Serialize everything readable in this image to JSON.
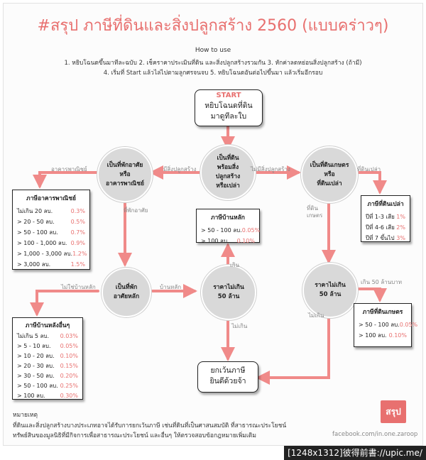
{
  "title": "#สรุป ภาษีที่ดินและสิ่งปลูกสร้าง 2560 (แบบคร่าวๆ)",
  "how_to": {
    "heading": "How to use",
    "line1": "1. หยิบโฉนดขึ้นมาทีละฉบับ  2. เช็คราคาประเมินที่ดิน และสิ่งปลูกสร้างรวมกัน  3. หักค่าลดหย่อนสิ่งปลูกสร้าง (ถ้ามี)",
    "line2": "4. เริ่มที่ Start แล้วไล่ไปตามลูกศรจนจบ  5. หยิบโฉนดอันต่อไปขึ้นมา แล้วเริ่มอีกรอบ"
  },
  "nodes": {
    "start_label": "START",
    "start_line1": "หยิบโฉนดที่ดิน",
    "start_line2": "มาดูทีละใบ",
    "center_l1": "เป็นที่ดิน",
    "center_l2": "พร้อมสิ่ง",
    "center_l3": "ปลูกสร้าง",
    "center_l4": "หรือเปล่า",
    "residential_l1": "เป็นที่พักอาศัย",
    "residential_l2": "หรือ",
    "residential_l3": "อาคารพาณิชย์",
    "farm_l1": "เป็นที่ดินเกษตร",
    "farm_l2": "หรือ",
    "farm_l3": "ที่ดินเปล่า",
    "main_home_l1": "เป็นที่พัก",
    "main_home_l2": "อาศัยหลัก",
    "price50_l1": "ราคาไม่เกิน",
    "price50_l2": "50 ล้าน",
    "farm_price_l1": "ราคาไม่เกิน",
    "farm_price_l2": "50 ล้าน",
    "exempt_line1": "ยกเว้นภาษี",
    "exempt_line2": "ยินดีด้วยจ้า"
  },
  "edge_labels": {
    "has_building": "มีสิ่งปลูกสร้าง",
    "no_building": "ไม่มีสิ่งปลูกสร้าง",
    "commercial": "อาคารพาณิชย์",
    "residence": "ที่พักอาศัย",
    "vacant": "ที่ดินเปล่า",
    "agri_l1": "ที่ดิน",
    "agri_l2": "เกษตร",
    "not_main": "ไม่ใช่บ้านหลัก",
    "main_home": "บ้านหลัก",
    "over": "เกิน",
    "not_over": "ไม่เกิน",
    "farm_over": "เกิน 50 ล้านบาท",
    "farm_not_over": "ไม่เกิน"
  },
  "tables": {
    "commercial": {
      "title": "ภาษีอาคารพาณิชย์",
      "rows": [
        {
          "range": "ไม่เกิน 20 ลบ.",
          "rate": "0.3%"
        },
        {
          "range": "> 20 - 50 ลบ.",
          "rate": "0.5%"
        },
        {
          "range": "> 50 - 100 ลบ.",
          "rate": "0.7%"
        },
        {
          "range": "> 100 - 1,000 ลบ.",
          "rate": "0.9%"
        },
        {
          "range": "> 1,000 - 3,000 ลบ.",
          "rate": "1.2%"
        },
        {
          "range": "> 3,000 ลบ.",
          "rate": "1.5%"
        }
      ]
    },
    "main_home": {
      "title": "ภาษีบ้านหลัก",
      "rows": [
        {
          "range": "> 50 - 100 ลบ.",
          "rate": "0.05%"
        },
        {
          "range": "> 100 ลบ.",
          "rate": "0.10%"
        }
      ]
    },
    "vacant": {
      "title": "ภาษีที่ดินเปล่า",
      "rows": [
        {
          "range": "ปีที่ 1-3 เสีย",
          "rate": "1%"
        },
        {
          "range": "ปีที่ 4-6 เสีย",
          "rate": "2%"
        },
        {
          "range": "ปีที่ 7 ขึ้นไป",
          "rate": "3%"
        }
      ]
    },
    "other_home": {
      "title": "ภาษีบ้านหลังอื่นๆ",
      "rows": [
        {
          "range": "ไม่เกิน 5 ลบ.",
          "rate": "0.03%"
        },
        {
          "range": "> 5 - 10 ลบ.",
          "rate": "0.05%"
        },
        {
          "range": "> 10 - 20 ลบ.",
          "rate": "0.10%"
        },
        {
          "range": "> 20 - 30 ลบ.",
          "rate": "0.15%"
        },
        {
          "range": "> 30 - 50 ลบ.",
          "rate": "0.20%"
        },
        {
          "range": "> 50 - 100 ลบ.",
          "rate": "0.25%"
        },
        {
          "range": "> 100 ลบ.",
          "rate": "0.30%"
        }
      ]
    },
    "agri": {
      "title": "ภาษีที่ดินเกษตร",
      "rows": [
        {
          "range": "> 50 - 100 ลบ.",
          "rate": "0.05%"
        },
        {
          "range": "> 100 ลบ.",
          "rate": "0.10%"
        }
      ]
    }
  },
  "note": {
    "heading": "หมายเหตุ",
    "line1": "ที่ดินและสิ่งปลูกสร้างบางประเภทอาจได้รับการยกเว้นภาษี เช่นที่ดินที่เป็นศาสนสมบัติ ที่สาธารณะประโยชน์",
    "line2": "ทรัพย์สินของมูลนิธิที่มีกิจการเพื่อสาธารณะประโยชน์ และอื่นๆ ให้ตรวจสอบข้อกฎหมายเพิ่มเติม"
  },
  "logo_text": "สรุป",
  "footer_url": "facebook.com/in.one.zaroop",
  "banner": "[1248x1312]彼得前書://upic.me/",
  "colors": {
    "accent": "#e8706f",
    "node": "#d9d9d9"
  }
}
